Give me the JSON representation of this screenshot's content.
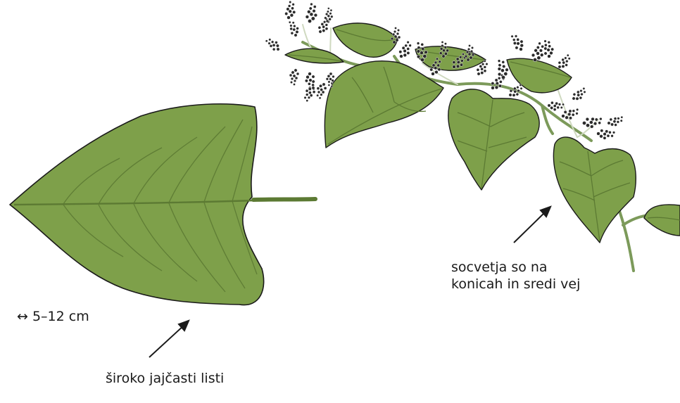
{
  "labels": {
    "size": "↔ 5–12 cm",
    "leaf_shape": "široko jajčasti listi",
    "inflorescence": "socvetja so na konicah in sredi vej"
  },
  "colors": {
    "leaf_fill": "#7ea04a",
    "leaf_vein": "#5c7a33",
    "outline": "#1a1a1a",
    "stem": "#7c9a5a",
    "flower": "#2b2b2b"
  }
}
